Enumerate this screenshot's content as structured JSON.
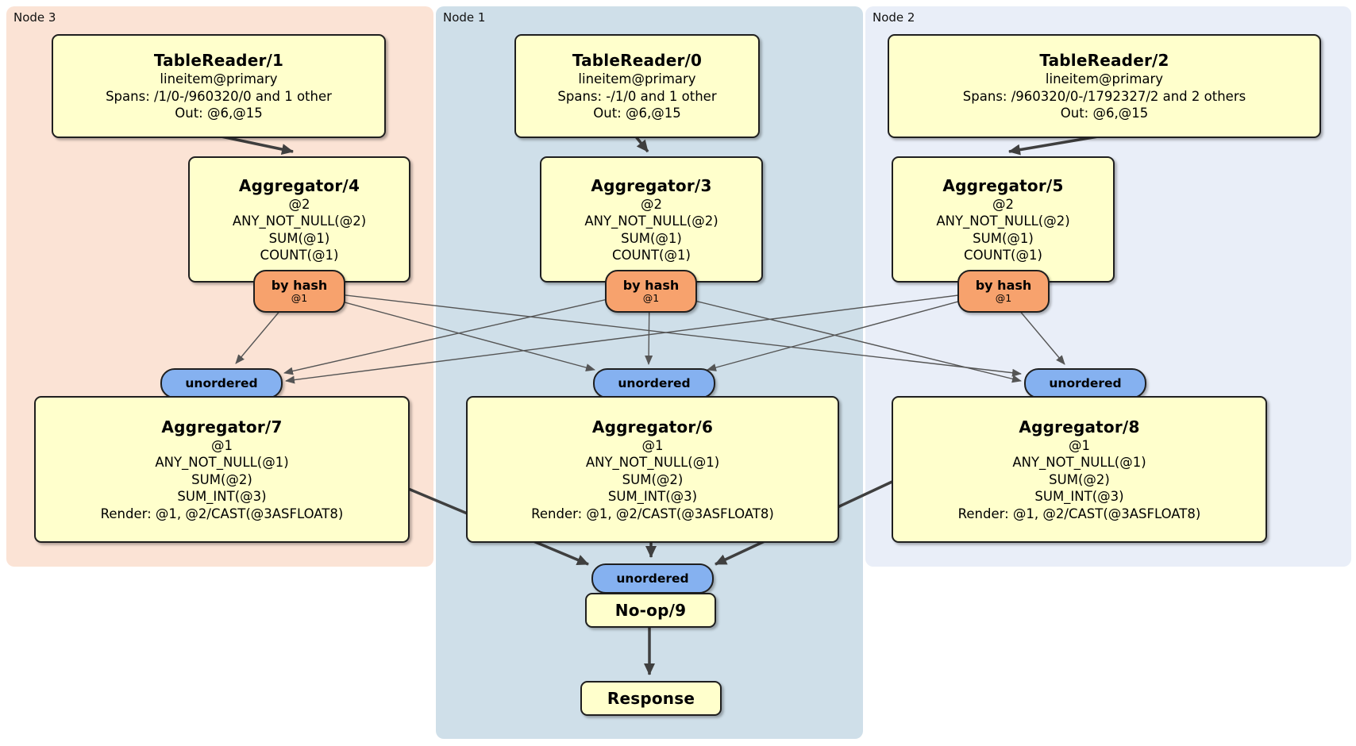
{
  "colors": {
    "node1_bg": "#cfdfe9",
    "node2_bg": "#e9eef8",
    "node3_bg": "#fbe3d5",
    "processor_bg": "#ffffcc",
    "router_bg": "#f7a26d",
    "sync_bg": "#85b1f0",
    "edge": "#555555",
    "border": "#1f1f1f"
  },
  "groups": {
    "node3": {
      "label": "Node 3"
    },
    "node1": {
      "label": "Node 1"
    },
    "node2": {
      "label": "Node 2"
    }
  },
  "processors": {
    "tr1": {
      "title": "TableReader/1",
      "lines": [
        "lineitem@primary",
        "Spans: /1/0-/960320/0 and 1 other",
        "Out: @6,@15"
      ]
    },
    "tr0": {
      "title": "TableReader/0",
      "lines": [
        "lineitem@primary",
        "Spans: -/1/0 and 1 other",
        "Out: @6,@15"
      ]
    },
    "tr2": {
      "title": "TableReader/2",
      "lines": [
        "lineitem@primary",
        "Spans: /960320/0-/1792327/2 and 2 others",
        "Out: @6,@15"
      ]
    },
    "agg4": {
      "title": "Aggregator/4",
      "lines": [
        "@2",
        "ANY_NOT_NULL(@2)",
        "SUM(@1)",
        "COUNT(@1)"
      ]
    },
    "agg3": {
      "title": "Aggregator/3",
      "lines": [
        "@2",
        "ANY_NOT_NULL(@2)",
        "SUM(@1)",
        "COUNT(@1)"
      ]
    },
    "agg5": {
      "title": "Aggregator/5",
      "lines": [
        "@2",
        "ANY_NOT_NULL(@2)",
        "SUM(@1)",
        "COUNT(@1)"
      ]
    },
    "agg7": {
      "title": "Aggregator/7",
      "lines": [
        "@1",
        "ANY_NOT_NULL(@1)",
        "SUM(@2)",
        "SUM_INT(@3)",
        "Render: @1, @2/CAST(@3ASFLOAT8)"
      ]
    },
    "agg6": {
      "title": "Aggregator/6",
      "lines": [
        "@1",
        "ANY_NOT_NULL(@1)",
        "SUM(@2)",
        "SUM_INT(@3)",
        "Render: @1, @2/CAST(@3ASFLOAT8)"
      ]
    },
    "agg8": {
      "title": "Aggregator/8",
      "lines": [
        "@1",
        "ANY_NOT_NULL(@1)",
        "SUM(@2)",
        "SUM_INT(@3)",
        "Render: @1, @2/CAST(@3ASFLOAT8)"
      ]
    },
    "noop": {
      "title": "No-op/9"
    },
    "response": {
      "title": "Response"
    }
  },
  "routers": {
    "by_hash_4": {
      "label": "by hash",
      "detail": "@1"
    },
    "by_hash_3": {
      "label": "by hash",
      "detail": "@1"
    },
    "by_hash_5": {
      "label": "by hash",
      "detail": "@1"
    }
  },
  "streams": {
    "unordered_7": {
      "label": "unordered"
    },
    "unordered_6": {
      "label": "unordered"
    },
    "unordered_8": {
      "label": "unordered"
    },
    "unordered_9": {
      "label": "unordered"
    }
  }
}
